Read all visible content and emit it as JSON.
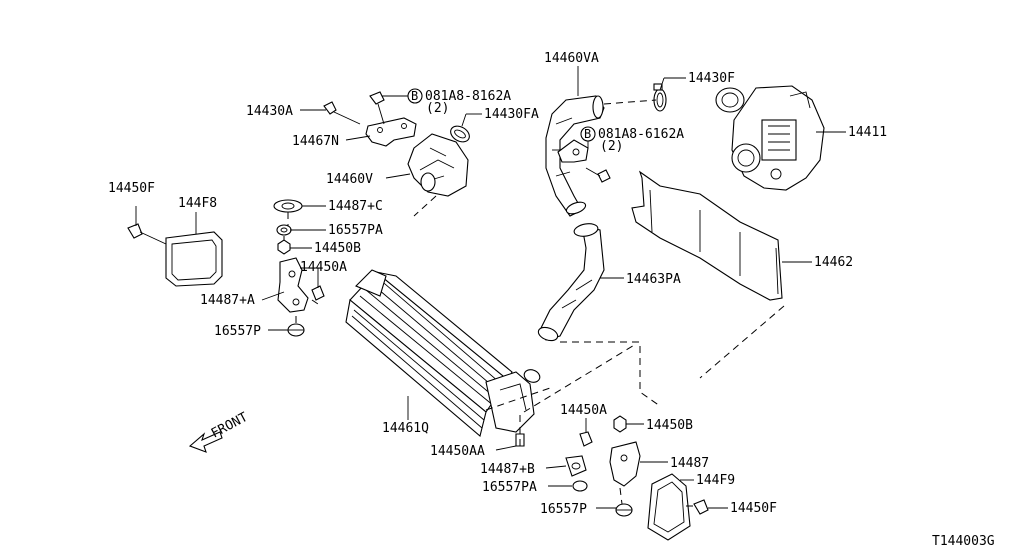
{
  "diagram_id": "T144003G",
  "front_label": "FRONT",
  "callouts": {
    "p14460VA": "14460VA",
    "p14430F_top": "14430F",
    "p14411": "14411",
    "p14430A": "14430A",
    "bolt1_code": "081A8-8162A",
    "bolt1_qty": "(2)",
    "p14430FA": "14430FA",
    "p14467N": "14467N",
    "bolt2_code": "081A8-6162A",
    "bolt2_qty": "(2)",
    "p14460V": "14460V",
    "p14450F_left": "14450F",
    "p144F8": "144F8",
    "p14487C": "14487+C",
    "p16557PA_top": "16557PA",
    "p14450B_top": "14450B",
    "p14450A_top": "14450A",
    "p14487A": "14487+A",
    "p16557P_left": "16557P",
    "p14462": "14462",
    "p14463PA": "14463PA",
    "p14461Q": "14461Q",
    "p14450AA": "14450AA",
    "p14450A_bot": "14450A",
    "p14450B_bot": "14450B",
    "p14487B": "14487+B",
    "p14487": "14487",
    "p16557PA_bot": "16557PA",
    "p144F9": "144F9",
    "p16557P_bot": "16557P",
    "p14450F_bot": "14450F"
  },
  "bolt_symbol": "B"
}
